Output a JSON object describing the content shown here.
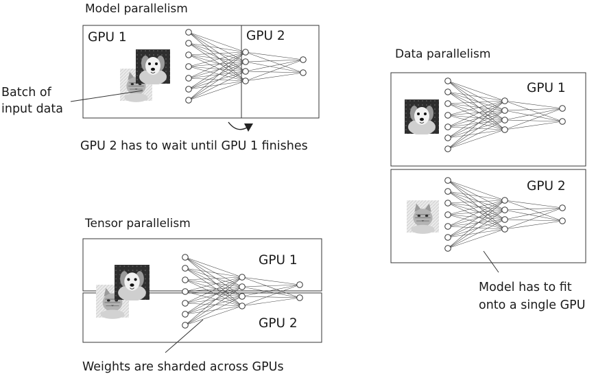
{
  "model_parallelism": {
    "title": "Model parallelism",
    "gpu1_label": "GPU 1",
    "gpu2_label": "GPU 2",
    "batch_label": "Batch of",
    "batch_label_line2": "input data",
    "caption": "GPU 2 has to wait until GPU 1 finishes"
  },
  "tensor_parallelism": {
    "title": "Tensor parallelism",
    "gpu1_label": "GPU 1",
    "gpu2_label": "GPU 2",
    "caption": "Weights are sharded across GPUs"
  },
  "data_parallelism": {
    "title": "Data parallelism",
    "gpu1_label": "GPU 1",
    "gpu2_label": "GPU 2",
    "caption_line1": "Model has to fit",
    "caption_line2": "onto a single GPU"
  },
  "icons": {
    "dog": "dog-image-icon",
    "cat": "cat-image-icon",
    "network": "neural-network-icon",
    "arrow": "curved-arrow-icon"
  }
}
